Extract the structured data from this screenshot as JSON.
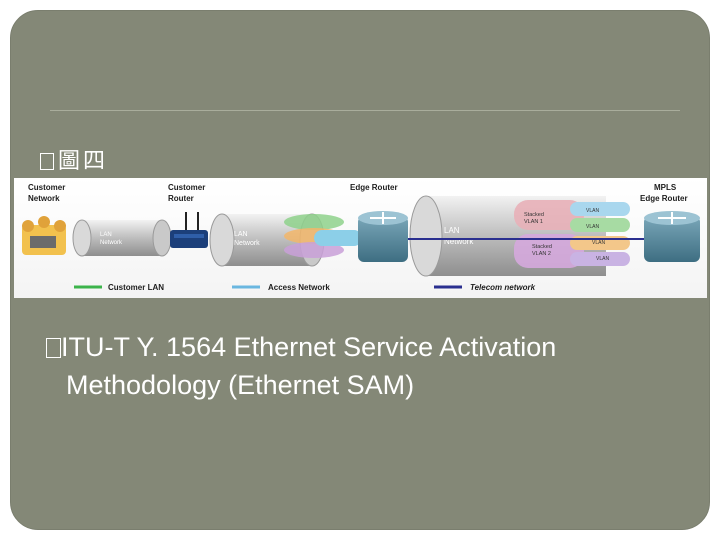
{
  "heading": {
    "text": "圖四"
  },
  "diagram": {
    "labels": {
      "customer_network": [
        "Customer",
        "Network"
      ],
      "customer_router": [
        "Customer",
        "Router"
      ],
      "edge_router": "Edge Router",
      "mpls_edge_router": [
        "MPLS",
        "Edge Router"
      ],
      "lan_network_small": [
        "LAN",
        "Network"
      ],
      "lan_network_mid": [
        "LAN",
        "Network"
      ],
      "lan_network_big": [
        "LAN",
        "Network"
      ],
      "stacked_vlan1": [
        "Stacked",
        "VLAN 1"
      ],
      "stacked_vlan2": [
        "Stacked",
        "VLAN 2"
      ],
      "vlan_tags": [
        "VLAN",
        "VLAN",
        "VLAN",
        "VLAN"
      ]
    },
    "legend": {
      "customer_lan": "Customer LAN",
      "access_network": "Access Network",
      "telecom_network": "Telecom network"
    },
    "colors": {
      "customer_lan": "#3cb44b",
      "access_network": "#6ab7e0",
      "telecom_network": "#2a2f8f"
    }
  },
  "body": {
    "line1": "ITU-T Y. 1564 Ethernet Service Activation",
    "line2": "Methodology (Ethernet SAM)"
  }
}
